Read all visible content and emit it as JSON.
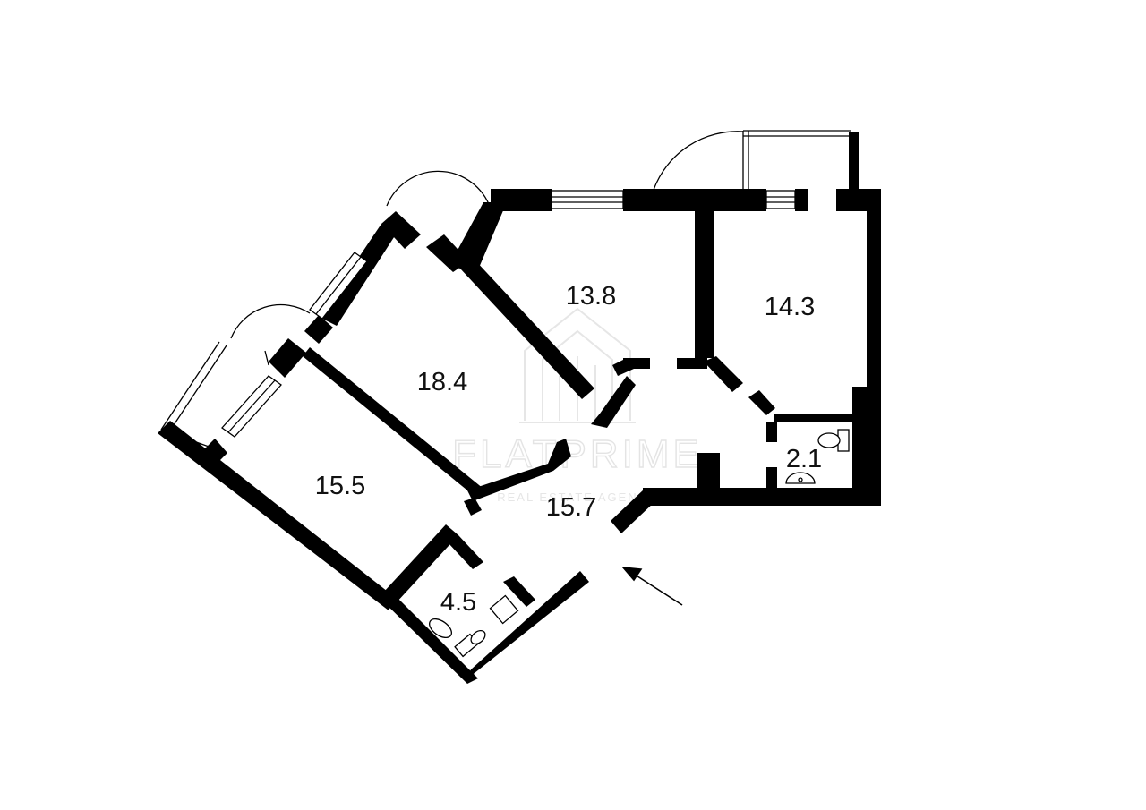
{
  "plan": {
    "rooms": [
      {
        "id": "room-13-8",
        "area": "13.8"
      },
      {
        "id": "room-14-3",
        "area": "14.3"
      },
      {
        "id": "room-18-4",
        "area": "18.4"
      },
      {
        "id": "room-15-5",
        "area": "15.5"
      },
      {
        "id": "room-15-7",
        "area": "15.7"
      },
      {
        "id": "room-2-1",
        "area": "2.1"
      },
      {
        "id": "room-4-5",
        "area": "4.5"
      }
    ],
    "watermark": {
      "brand": "FLATPRIME",
      "tagline": "REAL ESTATE AGENCY"
    },
    "colors": {
      "wall": "#000000",
      "background": "#ffffff",
      "watermark": "#e4e4e4"
    },
    "icons": [
      "toilet-icon",
      "sink-icon",
      "entrance-arrow-icon",
      "door-swing-icon",
      "window-icon"
    ]
  }
}
